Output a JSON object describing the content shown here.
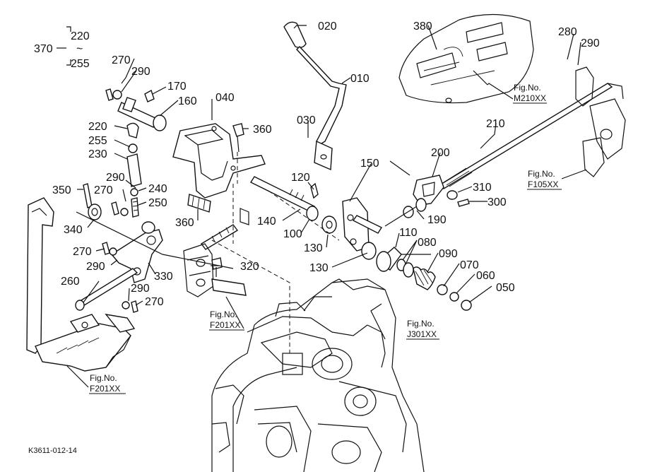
{
  "labels": {
    "p370": "370",
    "p220a": "220",
    "tilde": "~",
    "p255a": "255",
    "p270a": "270",
    "p290a": "290",
    "p170": "170",
    "p160": "160",
    "p040": "040",
    "p220b": "220",
    "p255b": "255",
    "p230": "230",
    "p360a": "360",
    "p290b": "290",
    "p240": "240",
    "p350": "350",
    "p270b": "270",
    "p250": "250",
    "p360b": "360",
    "p340": "340",
    "p270c": "270",
    "p290c": "290",
    "p330": "330",
    "p320": "320",
    "p260": "260",
    "p290d": "290",
    "p270d": "270",
    "p020": "020",
    "p010": "010",
    "p030": "030",
    "p120": "120",
    "p140": "140",
    "p100": "100",
    "p130a": "130",
    "p150": "150",
    "p130b": "130",
    "p110": "110",
    "p080": "080",
    "p090": "090",
    "p070": "070",
    "p060": "060",
    "p050": "050",
    "p380": "380",
    "p280": "280",
    "p290e": "290",
    "p210": "210",
    "p200": "200",
    "p310": "310",
    "p300": "300",
    "p190": "190"
  },
  "refs": {
    "m210_fig": "Fig.No.",
    "m210_code": "M210XX",
    "f105_fig": "Fig.No.",
    "f105_code": "F105XX",
    "f201a_fig": "Fig.No.",
    "f201a_code": "F201XX",
    "j301_fig": "Fig.No.",
    "j301_code": "J301XX",
    "f201b_fig": "Fig.No.",
    "f201b_code": "F201XX"
  },
  "drawing_code": "K3611-012-14"
}
